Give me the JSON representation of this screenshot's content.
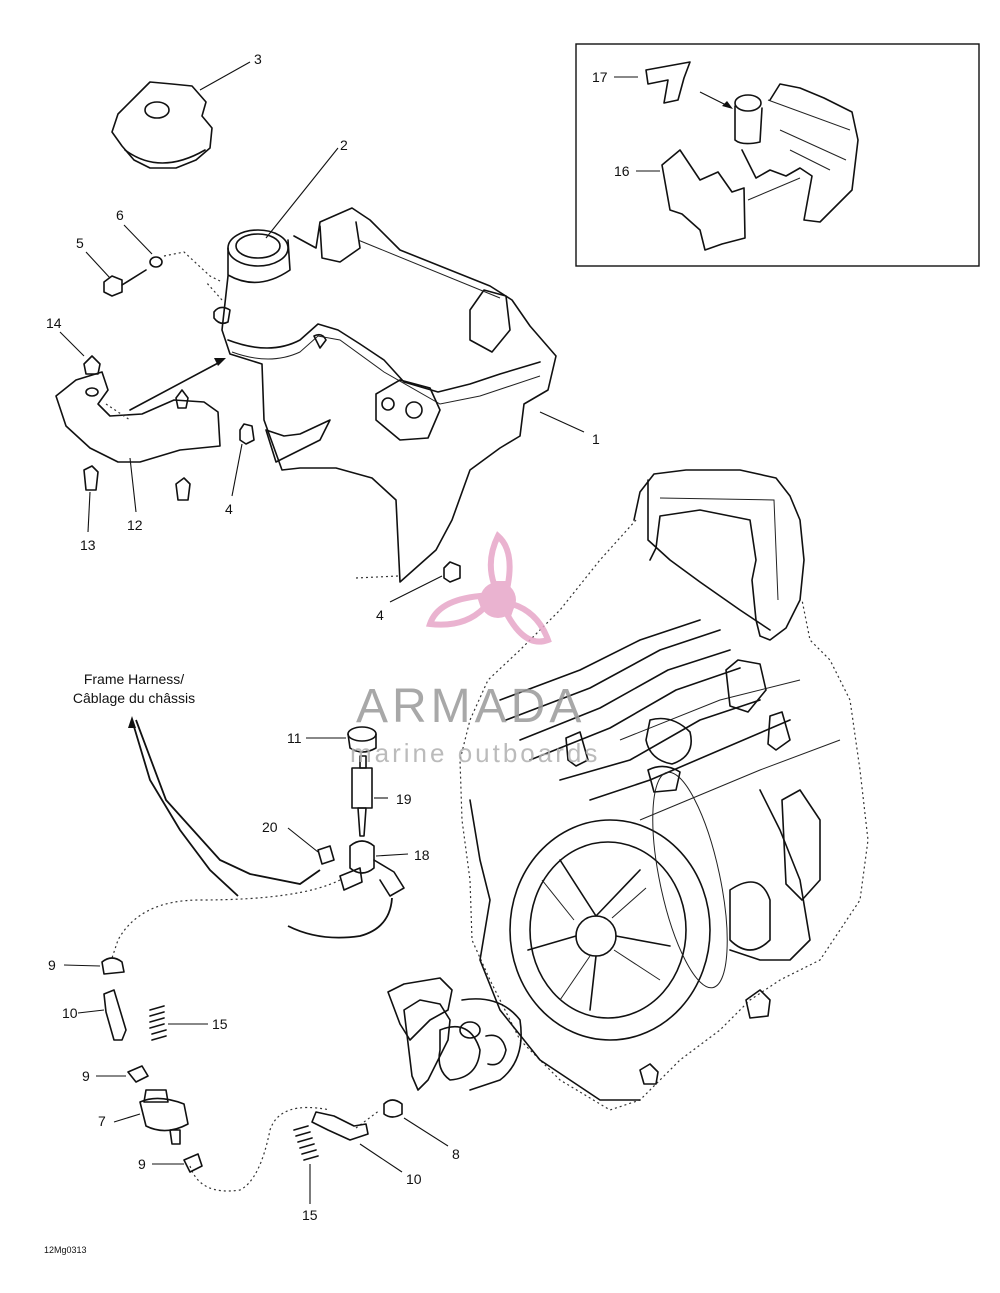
{
  "callouts": {
    "c1": "1",
    "c2": "2",
    "c3": "3",
    "c4a": "4",
    "c4b": "4",
    "c5": "5",
    "c6": "6",
    "c7": "7",
    "c8": "8",
    "c9a": "9",
    "c9b": "9",
    "c9c": "9",
    "c10a": "10",
    "c10b": "10",
    "c11": "11",
    "c12": "12",
    "c13": "13",
    "c14": "14",
    "c15a": "15",
    "c15b": "15",
    "c16": "16",
    "c17": "17",
    "c18": "18",
    "c19": "19",
    "c20": "20"
  },
  "frame_harness": {
    "line1": "Frame Harness/",
    "line2": "Câblage du châssis"
  },
  "figure_ref": "12Mg0313",
  "watermark": {
    "brand": "ARMADA",
    "tagline": "marine outboards",
    "color": "#e7a6c8"
  }
}
